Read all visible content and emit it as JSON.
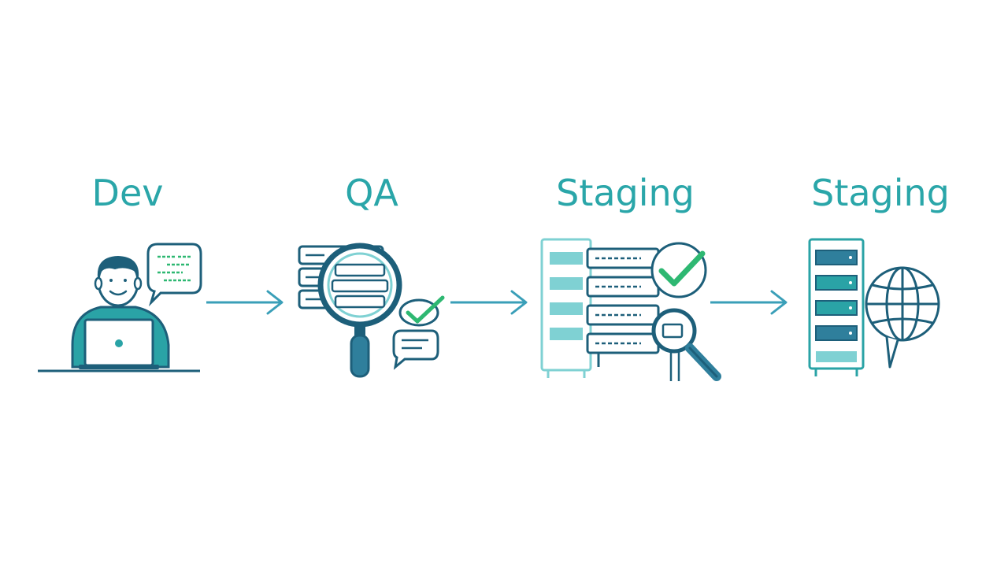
{
  "stages": [
    {
      "id": "dev",
      "label": "Dev",
      "icon": "developer-laptop-icon"
    },
    {
      "id": "qa",
      "label": "QA",
      "icon": "magnifier-server-icon"
    },
    {
      "id": "staging-1",
      "label": "Staging",
      "icon": "server-checklist-icon"
    },
    {
      "id": "staging-2",
      "label": "Staging",
      "icon": "server-globe-icon"
    }
  ],
  "connectors": [
    "arrow-right-icon",
    "arrow-right-icon",
    "arrow-right-icon"
  ],
  "colors": {
    "label": "#2aa6a9",
    "navy": "#1d5f7a",
    "teal": "#2aa3a6",
    "tealLight": "#7fd1d3",
    "green": "#2eb872",
    "arrow": "#3a9fb8"
  }
}
